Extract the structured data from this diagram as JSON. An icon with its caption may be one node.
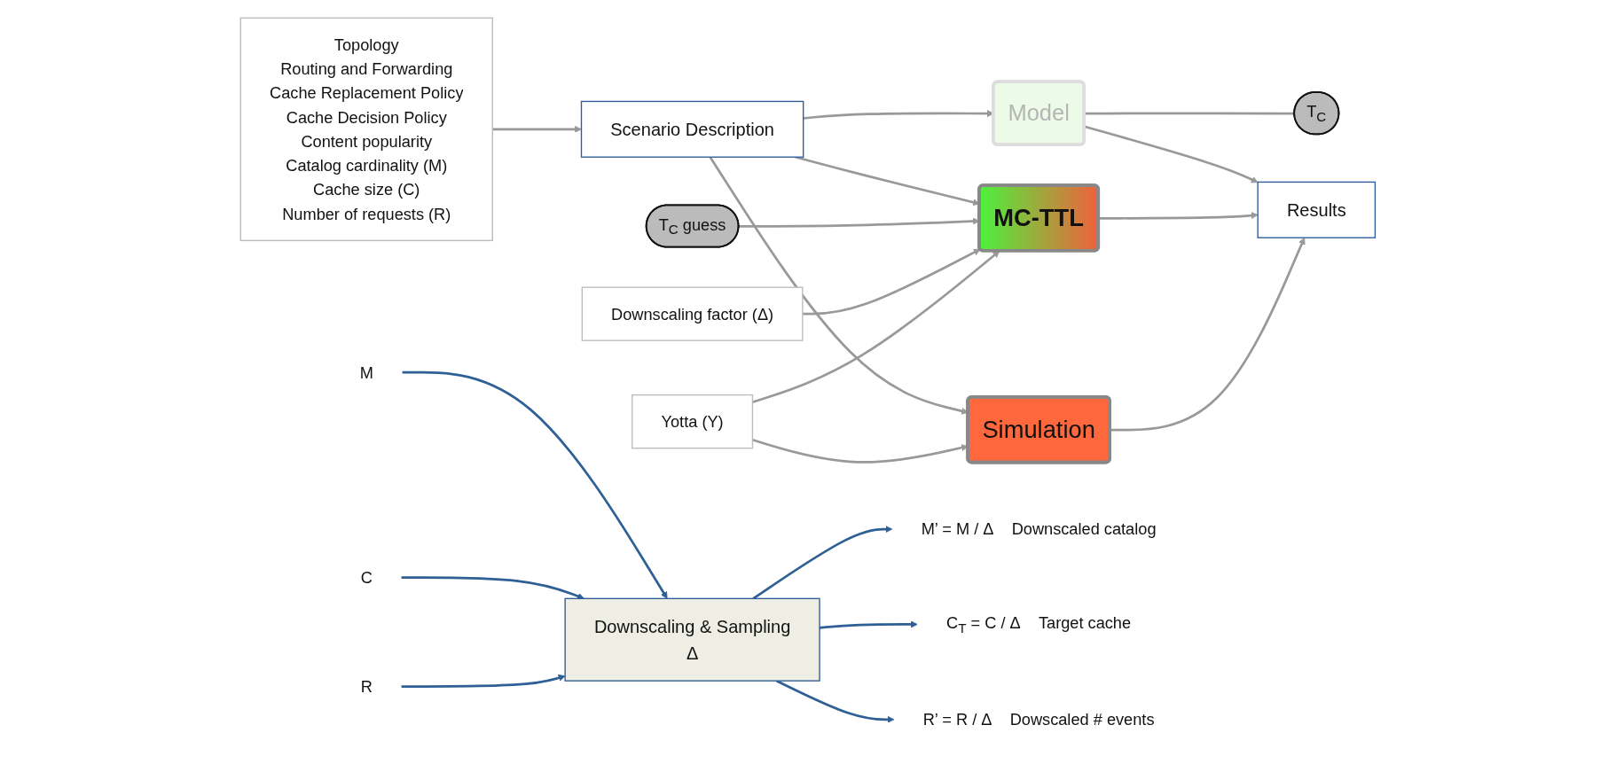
{
  "diagram": {
    "nodes": [
      {
        "text": [
          "Scenario Description"
        ]
      },
      {
        "text": [
          "Topology",
          "Routing and Forwarding",
          "Cache Replacement Policy",
          "Cache Decision Policy",
          "Content popularity",
          "Catalog cardinality (M)",
          "Cache size (C)",
          "Number of requests (R)"
        ]
      },
      {
        "text": [
          "Model"
        ]
      },
      {
        "text": [
          "T$_{C}$ guess"
        ]
      },
      {
        "text": [
          "T$_{C}$"
        ]
      },
      {
        "text": [
          "MC-TTL"
        ]
      },
      {
        "text": [
          "Simulation"
        ]
      },
      {
        "text": [
          "Results"
        ]
      },
      {
        "text": [
          "Downscaling factor (Δ)"
        ]
      },
      {
        "text": [
          "Yotta (Y)"
        ]
      },
      {
        "text": [
          "M"
        ]
      },
      {
        "text": [
          "C"
        ]
      },
      {
        "text": [
          "R"
        ]
      },
      {
        "text": [
          "Downscaling & Sampling",
          "Δ"
        ]
      },
      {
        "text": [
          "M’ = M / Δ"
        ],
        "beside": [
          "Downscaled catalog"
        ]
      },
      {
        "text": [
          "C$_{T}$ = C / Δ"
        ],
        "beside": [
          "Target cache"
        ]
      },
      {
        "text": [
          "R’ = R / Δ"
        ],
        "beside": [
          "Dowscaled # events"
        ]
      }
    ],
    "edges": [
      {
        "from": 1,
        "to": 0,
        "arrow": "to"
      },
      {
        "from": 0,
        "to": 2,
        "arrow": "to"
      },
      {
        "from": 0,
        "to": 5,
        "arrow": "to"
      },
      {
        "from": 0,
        "to": 6,
        "arrow": "to"
      },
      {
        "from": 2,
        "to": 4,
        "arrow": "none"
      },
      {
        "from": 3,
        "to": 5,
        "arrow": "to"
      },
      {
        "from": 2,
        "to": 7,
        "arrow": "to"
      },
      {
        "from": 5,
        "to": 7,
        "arrow": "to"
      },
      {
        "from": 6,
        "to": 7,
        "arrow": "to"
      },
      {
        "from": 8,
        "to": 5,
        "arrow": "to"
      },
      {
        "from": 9,
        "to": 5,
        "arrow": "to"
      },
      {
        "from": 9,
        "to": 6,
        "arrow": "to"
      },
      {
        "from": 10,
        "to": 13,
        "arrow": "to",
        "color": "#2e6096"
      },
      {
        "from": 11,
        "to": 13,
        "arrow": "to",
        "color": "#2e6096"
      },
      {
        "from": 12,
        "to": 13,
        "arrow": "to",
        "color": "#2e6096"
      },
      {
        "from": 13,
        "to": 14,
        "arrow": "to",
        "color": "#2e6096"
      },
      {
        "from": 13,
        "to": 15,
        "arrow": "to",
        "color": "#2e6096"
      },
      {
        "from": 13,
        "to": 16,
        "arrow": "to",
        "color": "#2e6096"
      }
    ]
  }
}
